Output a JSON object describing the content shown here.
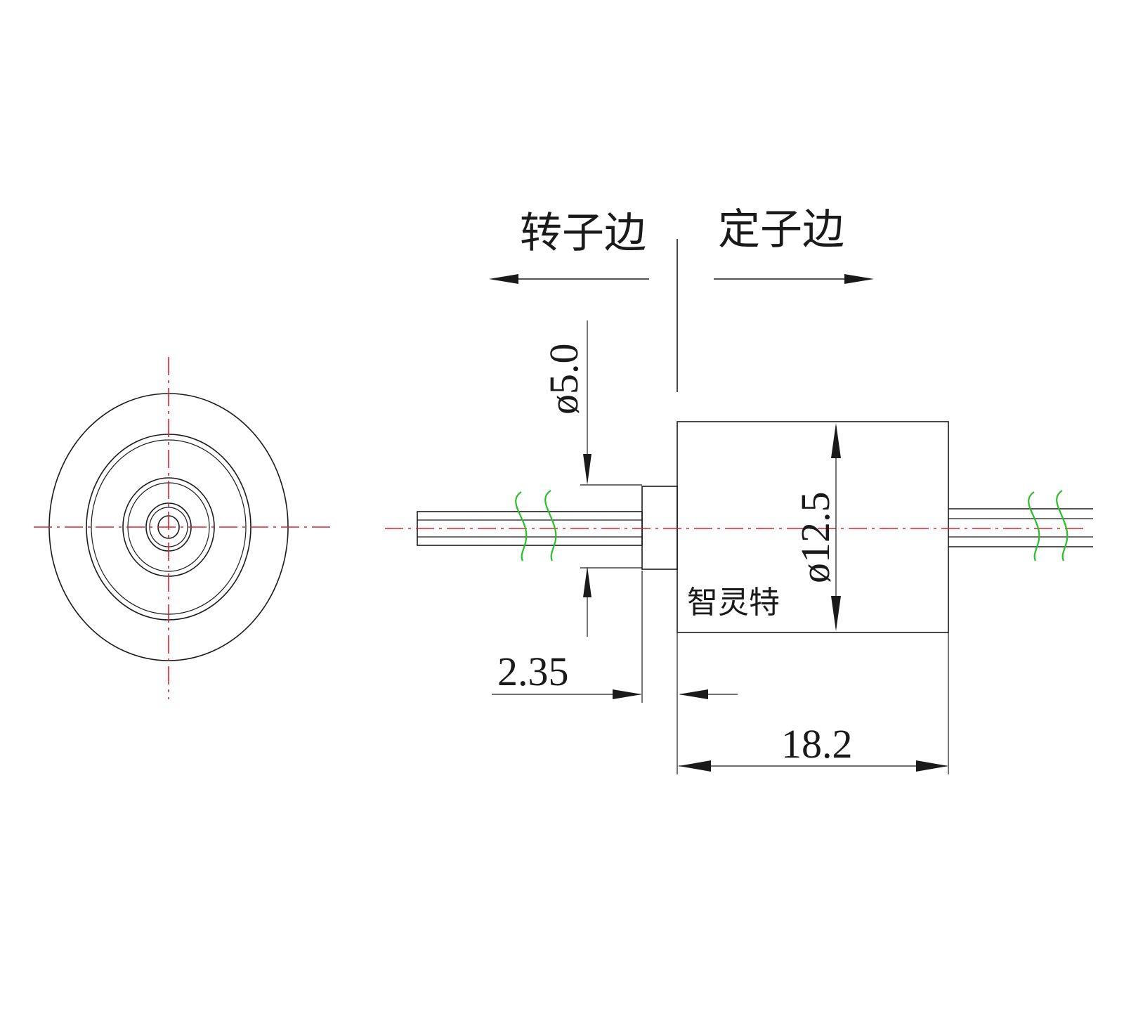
{
  "labels": {
    "rotor_side": "转子边",
    "stator_side": "定子边",
    "brand": "智灵特"
  },
  "dimensions": {
    "shaft_diameter": "ø5.0",
    "body_diameter": "ø12.5",
    "flange_length": "2.35",
    "body_length": "18.2"
  },
  "colors": {
    "outline": "#1a1a1a",
    "centerline": "#e0202a",
    "break_mark": "#2bbf2b"
  }
}
